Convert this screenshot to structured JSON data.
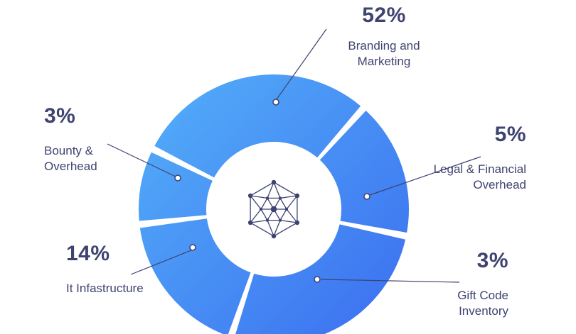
{
  "background": "#ffffff",
  "colors": {
    "label_text": "#3e4370",
    "leader_line": "#3d4270",
    "marker_fill": "#ffffff",
    "donut_gradient_start": "#54b0f9",
    "donut_gradient_end": "#3b6ef0",
    "segment_gap": "#ffffff",
    "center_logo": "#3d4270"
  },
  "chart_data": {
    "type": "pie",
    "subtype": "donut",
    "title": "",
    "unit": "%",
    "categories": [
      "Branding and Marketing",
      "Legal & Financial Overhead",
      "Gift Code Inventory",
      "It Infastructure",
      "Bounty & Overhead"
    ],
    "values": [
      52,
      5,
      3,
      14,
      3
    ],
    "legend_position": "around-chart-callouts",
    "grid": false,
    "center_icon": "blockchain-network-icon",
    "segments": [
      {
        "id": "branding",
        "pct_label": "52%",
        "name": "Branding and\nMarketing",
        "value": 52,
        "start_deg": -62,
        "end_deg": 40
      },
      {
        "id": "legal",
        "pct_label": "5%",
        "name": "Legal & Financial\nOverhead",
        "value": 5,
        "start_deg": 43,
        "end_deg": 100
      },
      {
        "id": "gift",
        "pct_label": "3%",
        "name": "Gift Code\nInventory",
        "value": 3,
        "start_deg": 103,
        "end_deg": 197
      },
      {
        "id": "infra",
        "pct_label": "14%",
        "name": "It Infastructure",
        "value": 14,
        "start_deg": 200,
        "end_deg": 262
      },
      {
        "id": "bounty",
        "pct_label": "3%",
        "name": "Bounty &\nOverhead",
        "value": 3,
        "start_deg": 265,
        "end_deg": 295
      }
    ]
  }
}
